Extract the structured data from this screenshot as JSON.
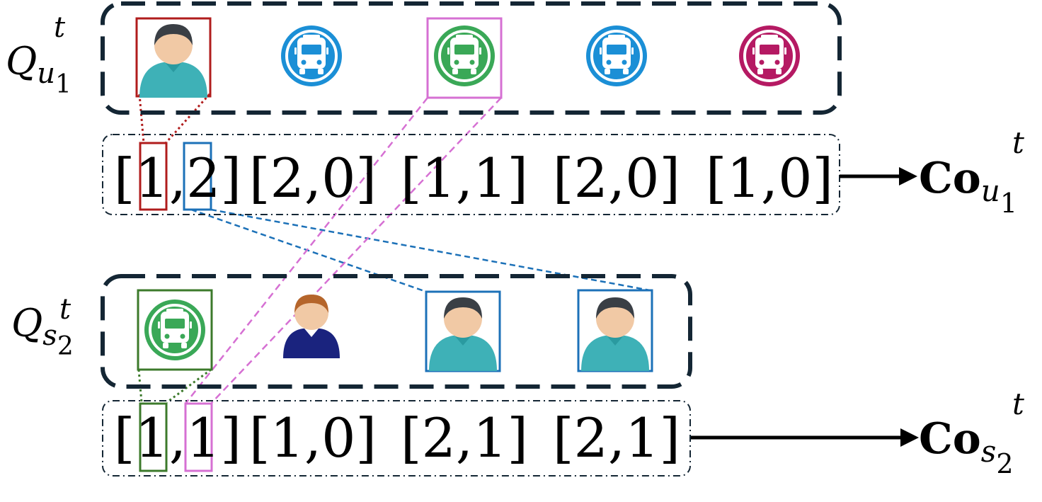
{
  "queue_u1": {
    "label": "Q",
    "sub": "u",
    "subsub": "1",
    "sup": "t",
    "items": [
      {
        "type": "person",
        "variant": "teal"
      },
      {
        "type": "bus",
        "color": "#1b8fd6"
      },
      {
        "type": "bus",
        "color": "#3aa857"
      },
      {
        "type": "bus",
        "color": "#1b8fd6"
      },
      {
        "type": "bus",
        "color": "#b51a63"
      }
    ],
    "vectors": [
      "[1,2]",
      "[2,0]",
      "[1,1]",
      "[2,0]",
      "[1,0]"
    ],
    "output": {
      "label": "Co",
      "sub": "u",
      "subsub": "1",
      "sup": "t"
    }
  },
  "queue_s2": {
    "label": "Q",
    "sub": "s",
    "subsub": "2",
    "sup": "t",
    "items": [
      {
        "type": "bus",
        "color": "#3aa857"
      },
      {
        "type": "person",
        "variant": "navy"
      },
      {
        "type": "person",
        "variant": "teal"
      },
      {
        "type": "person",
        "variant": "teal"
      }
    ],
    "vectors": [
      "[1,1]",
      "[1,0]",
      "[2,1]",
      "[2,1]"
    ],
    "output": {
      "label": "Co",
      "sub": "s",
      "subsub": "2",
      "sup": "t"
    }
  },
  "colors": {
    "dark_border": "#142634",
    "red": "#b01c1c",
    "blue": "#1c71b8",
    "pink": "#d670d3",
    "green": "#3c7a2b",
    "teal_shirt": "#3eb1b7",
    "skin": "#f1c9a5",
    "hair_dark": "#3a3f45",
    "hair_brown": "#b5652b",
    "navy_shirt": "#1a237e"
  }
}
